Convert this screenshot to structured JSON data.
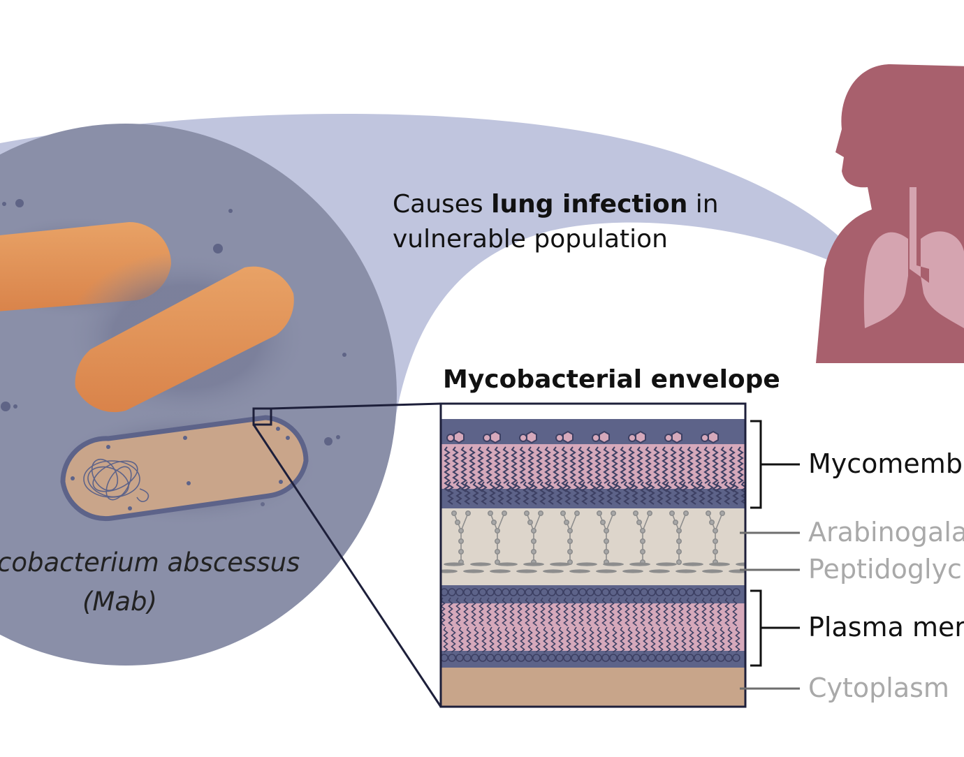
{
  "caption": {
    "prefix": "Causes ",
    "bold": "lung infection",
    "suffix": " in",
    "line2": "vulnerable population"
  },
  "species": {
    "name": "cobacterium abscessus",
    "abbrev": "(Mab)"
  },
  "envelope": {
    "title": "Mycobacterial envelope",
    "layers": [
      {
        "key": "mycomembrane",
        "label": "Mycomemb"
      },
      {
        "key": "arabinogalactan",
        "label": "Arabinogala"
      },
      {
        "key": "peptidoglycan",
        "label": "Peptidoglyc"
      },
      {
        "key": "plasma_membrane",
        "label": "Plasma mer"
      },
      {
        "key": "cytoplasm",
        "label": "Cytoplasm"
      }
    ]
  },
  "colors": {
    "circle_bg": "#8a8fa8",
    "beam": "#c0c5de",
    "rod_orange": "#e0904f",
    "rod_tan": "#c9a58a",
    "membrane_navy": "#5d6389",
    "lipid_pink": "#d6a9bb",
    "arabinogalactan_beige": "#ddd5cb",
    "cytoplasm": "#c8a58a",
    "human": "#a8606d",
    "lungs": "#d5a4b0"
  }
}
